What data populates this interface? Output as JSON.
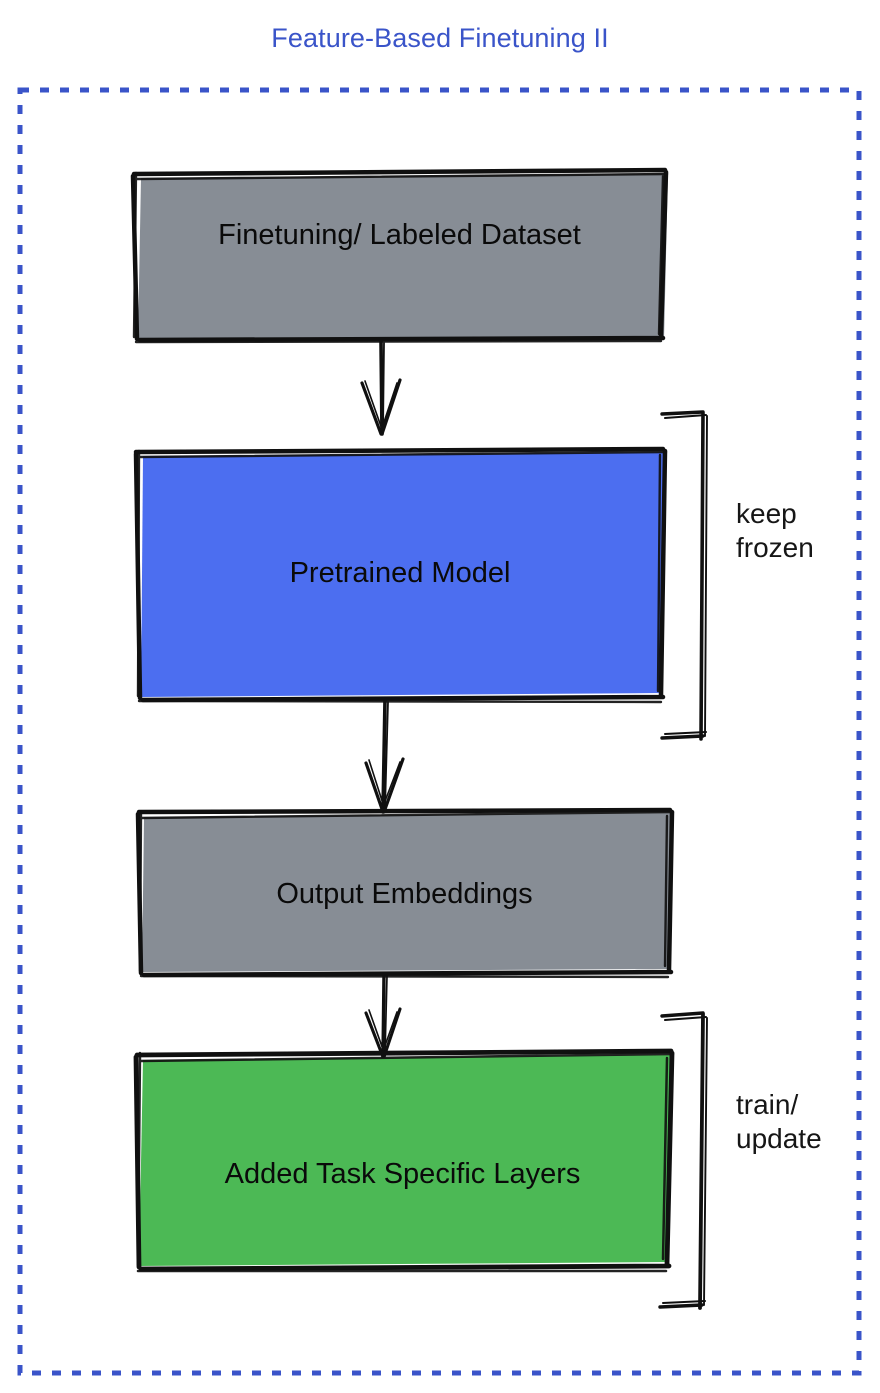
{
  "diagram": {
    "title": "Feature-Based Finetuning II",
    "title_color": "#3a54c9",
    "frame": {
      "name": "dashed-frame",
      "style": "dashed",
      "color": "#3a54c9"
    },
    "nodes": [
      {
        "id": "dataset",
        "label": "Finetuning/ Labeled Dataset",
        "fill": "#878d95",
        "stroke": "#101010",
        "shape": "rectangle"
      },
      {
        "id": "pretrained-model",
        "label": "Pretrained Model",
        "fill": "#4c6ef0",
        "stroke": "#101010",
        "shape": "rectangle"
      },
      {
        "id": "output-embeddings",
        "label": "Output Embeddings",
        "fill": "#878d95",
        "stroke": "#101010",
        "shape": "rectangle"
      },
      {
        "id": "task-layers",
        "label": "Added Task Specific Layers",
        "fill": "#4cb955",
        "stroke": "#101010",
        "shape": "rectangle"
      }
    ],
    "edges": [
      {
        "id": "edge-dataset-to-model",
        "from": "dataset",
        "to": "pretrained-model",
        "style": "arrow"
      },
      {
        "id": "edge-model-to-embeddings",
        "from": "pretrained-model",
        "to": "output-embeddings",
        "style": "arrow"
      },
      {
        "id": "edge-embeddings-to-layers",
        "from": "output-embeddings",
        "to": "task-layers",
        "style": "arrow"
      }
    ],
    "annotations": [
      {
        "id": "keep-frozen",
        "label": "keep\nfrozen",
        "targets": [
          "pretrained-model"
        ],
        "bracket": "right"
      },
      {
        "id": "train-update",
        "label": "train/\nupdate",
        "targets": [
          "task-layers"
        ],
        "bracket": "right"
      }
    ]
  }
}
